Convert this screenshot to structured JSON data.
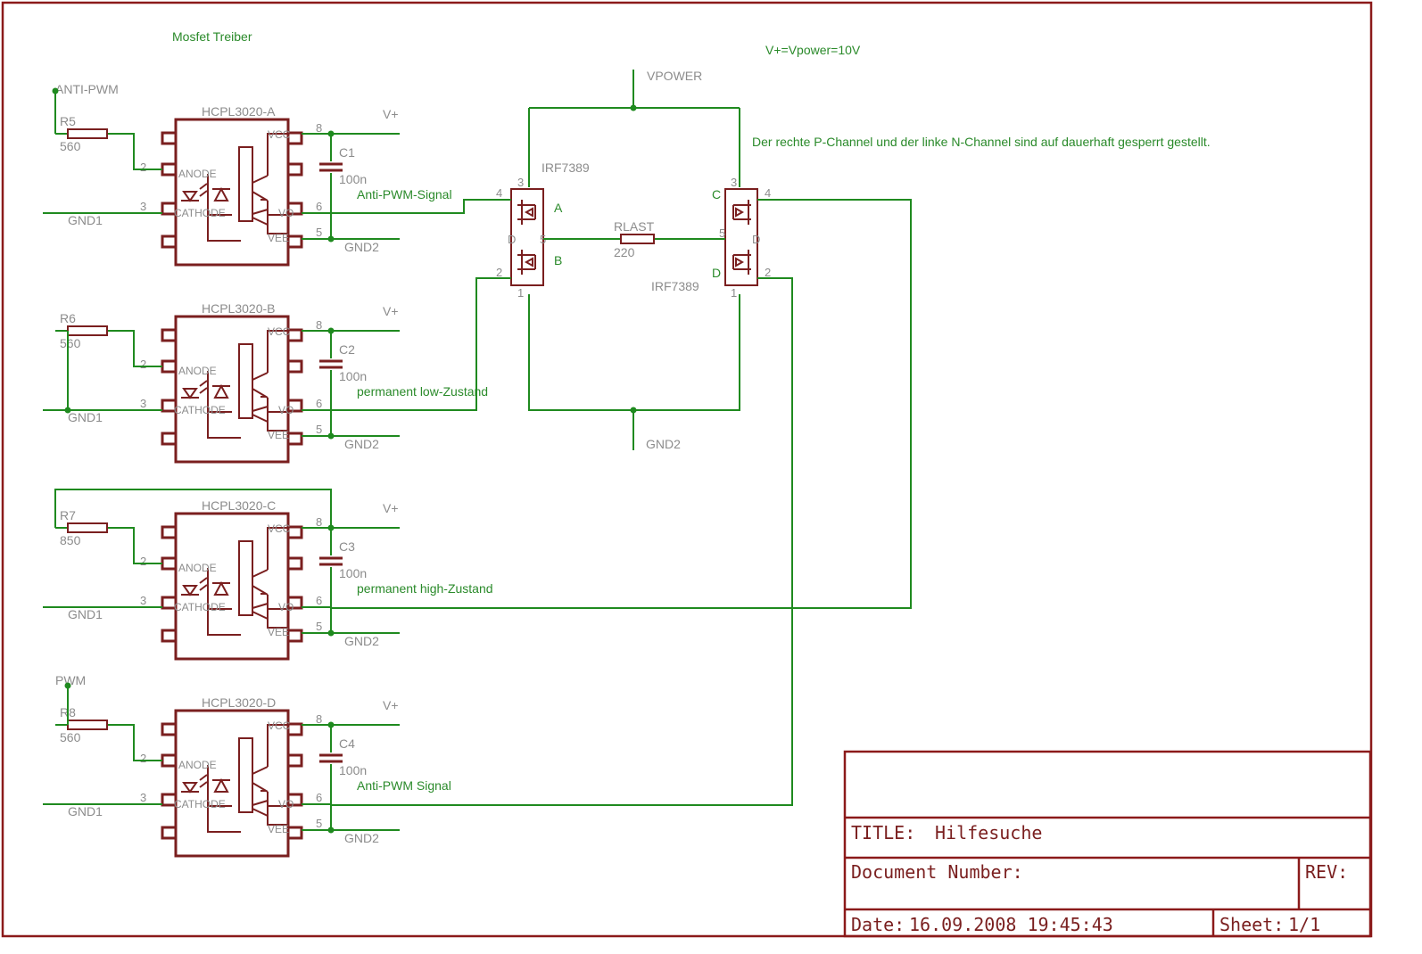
{
  "notes": {
    "title": "Mosfet Treiber",
    "vpower_note": "V+=Vpower=10V",
    "channel_note": "Der rechte P-Channel und der linke N-Channel sind auf dauerhaft gesperrt gestellt."
  },
  "optocouplers": [
    {
      "name": "HCPL3020-A",
      "resistor": "R5",
      "r_value": "560",
      "capacitor": "C1",
      "c_value": "100n",
      "input_label": "ANTI-PWM",
      "signal": "Anti-PWM-Signal"
    },
    {
      "name": "HCPL3020-B",
      "resistor": "R6",
      "r_value": "560",
      "capacitor": "C2",
      "c_value": "100n",
      "input_label": "",
      "signal": "permanent low-Zustand"
    },
    {
      "name": "HCPL3020-C",
      "resistor": "R7",
      "r_value": "850",
      "capacitor": "C3",
      "c_value": "100n",
      "input_label": "",
      "signal": "permanent high-Zustand"
    },
    {
      "name": "HCPL3020-D",
      "resistor": "R8",
      "r_value": "560",
      "capacitor": "C4",
      "c_value": "100n",
      "input_label": "PWM",
      "signal": "Anti-PWM Signal"
    }
  ],
  "pin_labels": {
    "anode": "ANODE",
    "cathode": "CATHODE",
    "vcc": "VCC",
    "vo": "VO",
    "vee": "VEE",
    "p2": "2",
    "p3": "3",
    "p5": "5",
    "p6": "6",
    "p8": "8"
  },
  "net_labels": {
    "vplus": "V+",
    "gnd1": "GND1",
    "gnd2": "GND2",
    "vpower": "VPOWER"
  },
  "bridge": {
    "left_mosfet": "IRF7389",
    "right_mosfet": "IRF7389",
    "load_name": "RLAST",
    "load_value": "220",
    "node_a": "A",
    "node_b": "B",
    "node_c": "C",
    "node_d": "D",
    "pin_d": "D",
    "pins": {
      "p1": "1",
      "p2": "2",
      "p3": "3",
      "p4": "4",
      "p5": "5"
    }
  },
  "title_block": {
    "title_label": "TITLE:",
    "title_value": "Hilfesuche",
    "docnum_label": "Document Number:",
    "rev_label": "REV:",
    "date_label": "Date:",
    "date_value": "16.09.2008 19:45:43",
    "sheet_label": "Sheet:",
    "sheet_value": "1/1"
  }
}
